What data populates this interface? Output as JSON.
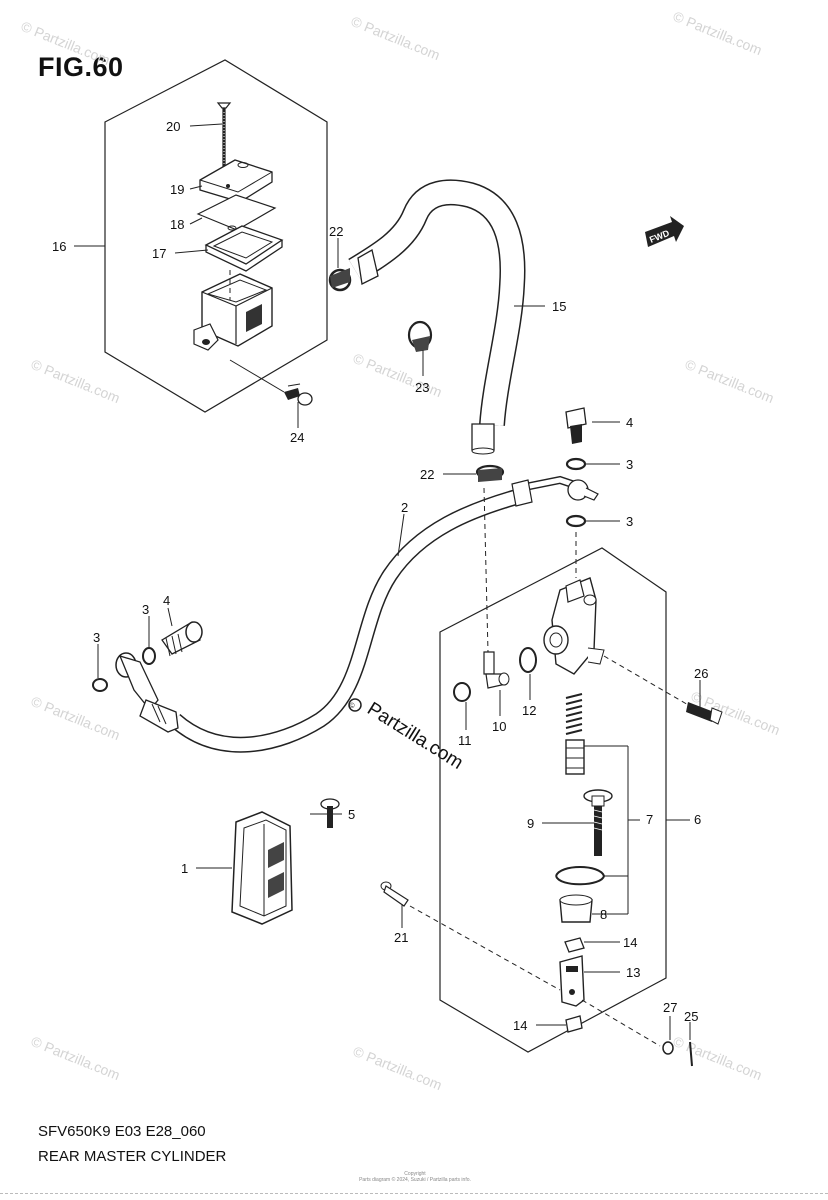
{
  "figure": {
    "title": "FIG.60",
    "code": "SFV650K9 E03 E28_060",
    "subtitle": "REAR MASTER CYLINDER",
    "copyright_line1": "Copyright",
    "copyright_line2": "Parts diagram © 2024, Suzuki / Partzilla parts info."
  },
  "fwd_label": "FWD",
  "watermark": {
    "small": "© Partzilla.com",
    "center": "Partzilla.com"
  },
  "callouts": [
    {
      "id": "c20",
      "text": "20"
    },
    {
      "id": "c19",
      "text": "19"
    },
    {
      "id": "c18",
      "text": "18"
    },
    {
      "id": "c17",
      "text": "17"
    },
    {
      "id": "c16",
      "text": "16"
    },
    {
      "id": "c24",
      "text": "24"
    },
    {
      "id": "c22a",
      "text": "22"
    },
    {
      "id": "c23",
      "text": "23"
    },
    {
      "id": "c15",
      "text": "15"
    },
    {
      "id": "c22b",
      "text": "22"
    },
    {
      "id": "c4a",
      "text": "4"
    },
    {
      "id": "c3a",
      "text": "3"
    },
    {
      "id": "c3b",
      "text": "3"
    },
    {
      "id": "c2",
      "text": "2"
    },
    {
      "id": "c3c",
      "text": "3"
    },
    {
      "id": "c4b",
      "text": "4"
    },
    {
      "id": "c3d",
      "text": "3"
    },
    {
      "id": "c26",
      "text": "26"
    },
    {
      "id": "c11",
      "text": "11"
    },
    {
      "id": "c10",
      "text": "10"
    },
    {
      "id": "c12",
      "text": "12"
    },
    {
      "id": "c5",
      "text": "5"
    },
    {
      "id": "c1",
      "text": "1"
    },
    {
      "id": "c9",
      "text": "9"
    },
    {
      "id": "c7",
      "text": "7"
    },
    {
      "id": "c6",
      "text": "6"
    },
    {
      "id": "c8",
      "text": "8"
    },
    {
      "id": "c21",
      "text": "21"
    },
    {
      "id": "c14a",
      "text": "14"
    },
    {
      "id": "c13",
      "text": "13"
    },
    {
      "id": "c14b",
      "text": "14"
    },
    {
      "id": "c27",
      "text": "27"
    },
    {
      "id": "c25",
      "text": "25"
    }
  ]
}
